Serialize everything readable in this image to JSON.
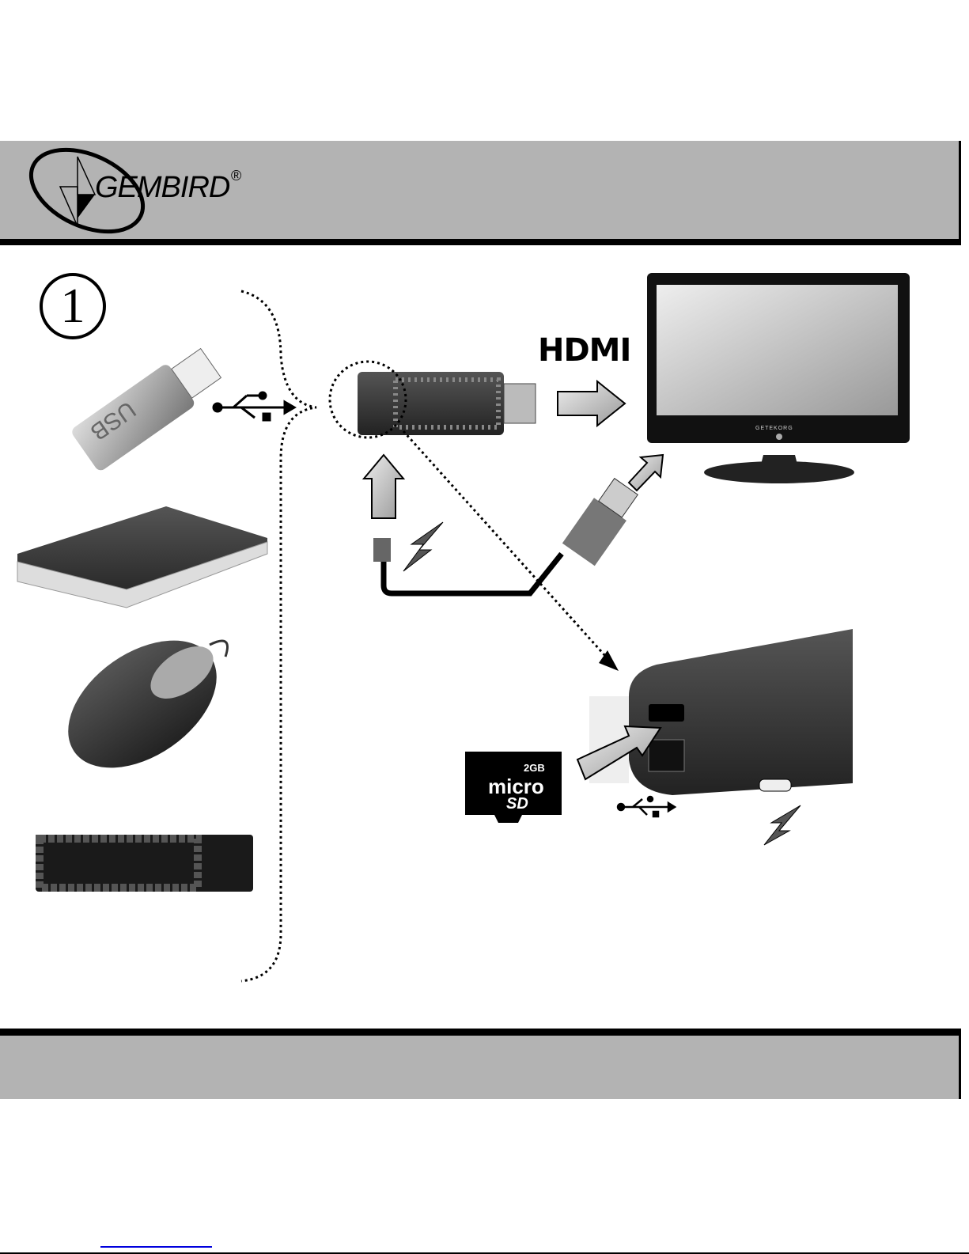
{
  "header": {
    "brand": "GEMBIRD",
    "registered": "®"
  },
  "step": {
    "number": "1"
  },
  "labels": {
    "hdmi": "HDMI",
    "usb_stick": "USB",
    "tv_brand": "GETEKORG",
    "card_capacity": "2GB",
    "card_type_1": "micro",
    "card_type_2": "SD"
  },
  "colors": {
    "band": "#b3b3b3",
    "rule": "#000000",
    "link": "#0000dd"
  }
}
